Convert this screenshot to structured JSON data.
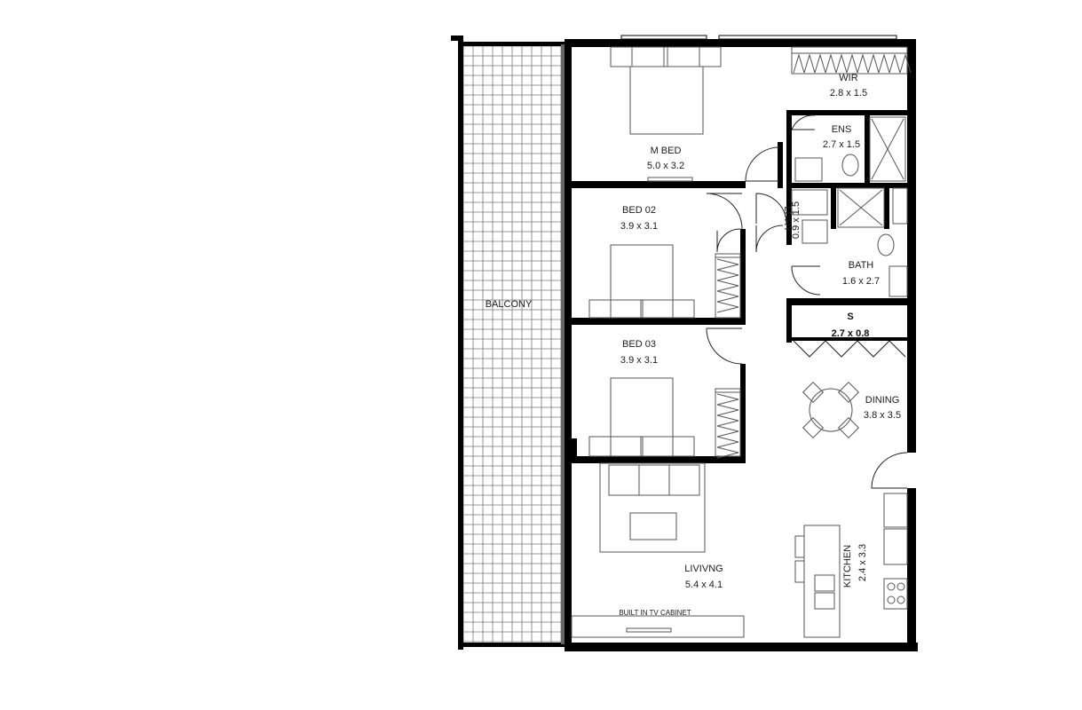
{
  "plan": {
    "rooms": {
      "balcony": {
        "name": "BALCONY"
      },
      "mbed": {
        "name": "M BED",
        "size": "5.0 x 3.2"
      },
      "wir": {
        "name": "WIR",
        "size": "2.8 x 1.5"
      },
      "ens": {
        "name": "ENS",
        "size": "2.7 x 1.5"
      },
      "bed02": {
        "name": "BED 02",
        "size": "3.9 x 3.1"
      },
      "ldry": {
        "name": "LDRY",
        "size": "0.9 x 1.5"
      },
      "bath": {
        "name": "BATH",
        "size": "1.6 x 2.7"
      },
      "storage": {
        "name": "S",
        "size": "2.7 x 0.8"
      },
      "bed03": {
        "name": "BED 03",
        "size": "3.9 x 3.1"
      },
      "dining": {
        "name": "DINING",
        "size": "3.8 x 3.5"
      },
      "kitchen": {
        "name": "KITCHEN",
        "size": "2.4 x 3.3"
      },
      "living": {
        "name": "LIVIVNG",
        "size": "5.4 x 4.1"
      }
    },
    "annotations": {
      "tv_cabinet": "BUILT IN TV CABINET"
    }
  }
}
